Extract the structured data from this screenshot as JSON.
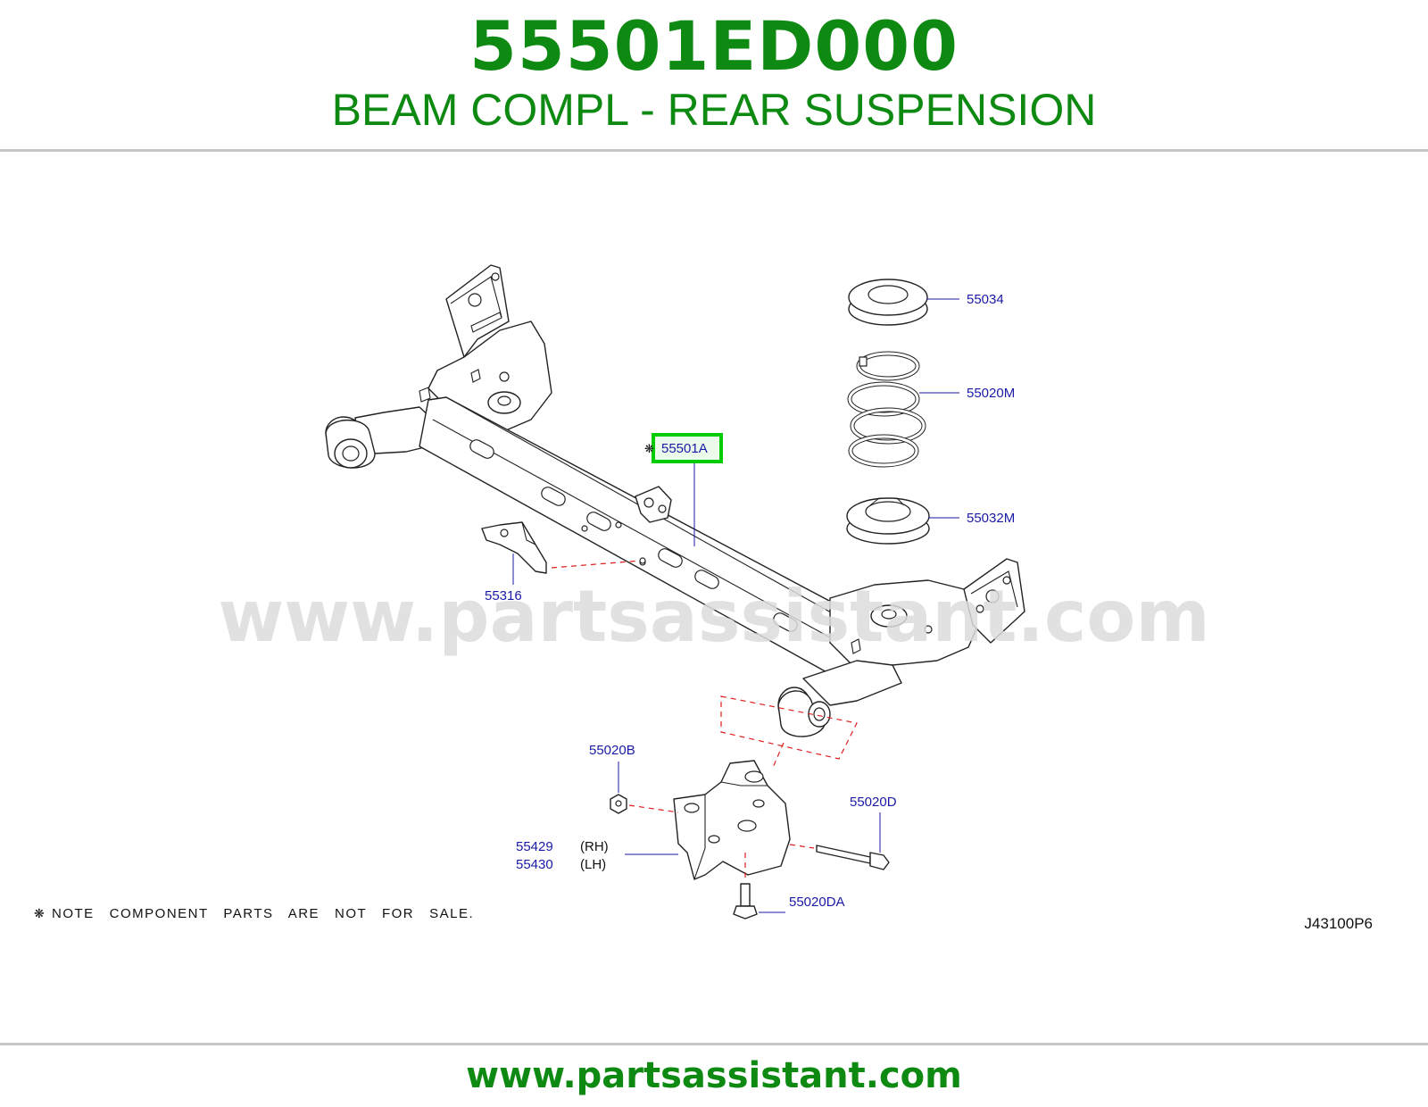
{
  "header": {
    "part_number": "55501ED000",
    "part_name": "BEAM COMPL - REAR SUSPENSION"
  },
  "diagram": {
    "watermark": "www.partsassistant.com",
    "callouts": {
      "p55034": "55034",
      "p55020M": "55020M",
      "p55501A": "55501A",
      "p55032M": "55032M",
      "p55316": "55316",
      "p55020B": "55020B",
      "p55020D": "55020D",
      "p55429": "55429",
      "p55430": "55430",
      "p55020DA": "55020DA"
    },
    "side_labels": {
      "rh": "(RH)",
      "lh": "(LH)"
    },
    "note_symbol": "❋",
    "note": "NOTE   COMPONENT   PARTS   ARE   NOT   FOR   SALE.",
    "drawing_code": "J43100P6",
    "highlight_color": "#00cc00",
    "callout_color": "#1a1aa6",
    "brand_color": "#0e8a12"
  },
  "footer": {
    "url": "www.partsassistant.com"
  }
}
